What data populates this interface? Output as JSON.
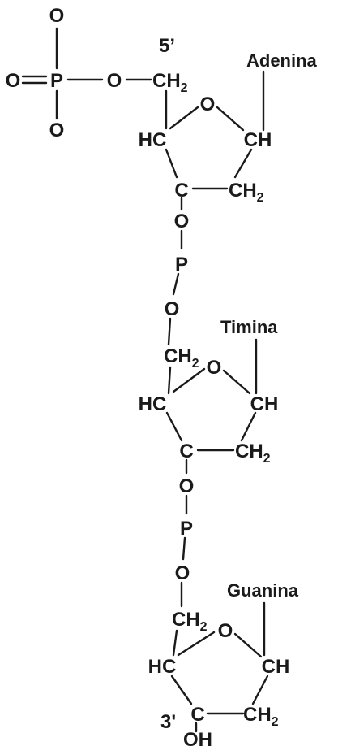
{
  "diagram": {
    "end_labels": {
      "five_prime": "5’",
      "three_prime": "3'"
    },
    "phosphate": {
      "atom_p": "P",
      "atom_o": "O",
      "atom_c": "C",
      "sub_h2": "2"
    },
    "atoms": {
      "O": "O",
      "P": "P",
      "C": "C",
      "HC": "HC",
      "CH": "CH",
      "OH": "OH",
      "CH_main": "CH"
    },
    "subscript": "2",
    "nucleotides": [
      {
        "base": "Adenina"
      },
      {
        "base": "Timina"
      },
      {
        "base": "Guanina"
      }
    ]
  }
}
